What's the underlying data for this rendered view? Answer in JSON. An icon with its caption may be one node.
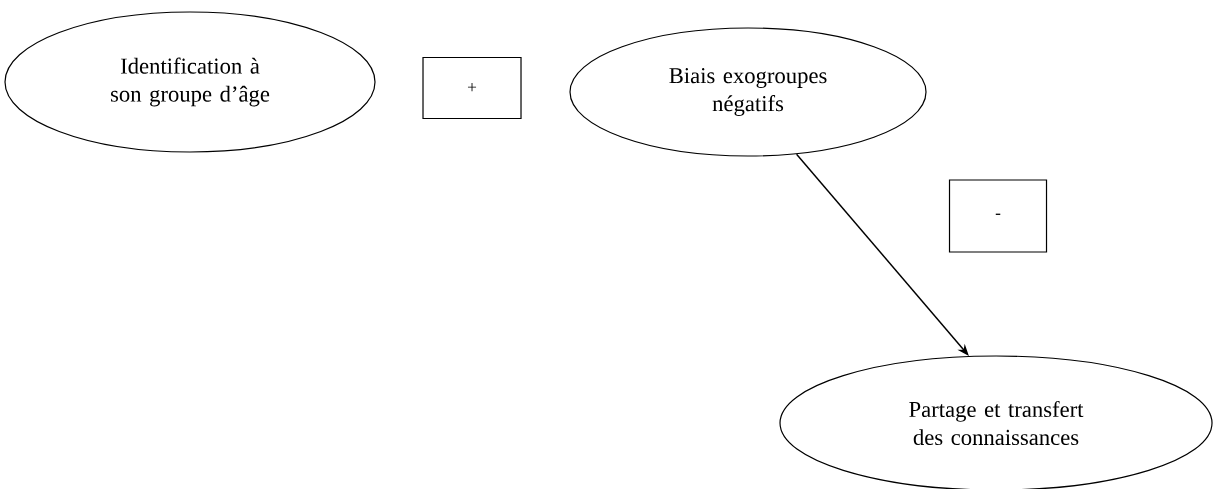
{
  "diagram": {
    "nodes": [
      {
        "text": [
          "Identification à son groupe d’âge"
        ]
      },
      {
        "text": [
          "+"
        ]
      },
      {
        "text": [
          "Biais exogroupes négatifs"
        ]
      },
      {
        "text": [
          "-"
        ]
      },
      {
        "text": [
          "Partage et transfert des connaissances"
        ]
      }
    ],
    "edges": [
      {
        "from": 2,
        "to": 4,
        "arrow": "to"
      }
    ]
  }
}
